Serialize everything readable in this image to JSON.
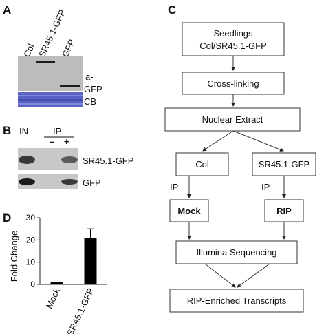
{
  "panels": {
    "A": {
      "letter": "A",
      "lane_labels": [
        "Col",
        "SR45.1-GFP",
        "GFP"
      ],
      "right_label_a": "a-",
      "right_label_b": "GFP",
      "cb_label": "CB"
    },
    "B": {
      "letter": "B",
      "in_label": "IN",
      "ip_label": "IP",
      "minus": "–",
      "plus": "+",
      "row1_label": "SR45.1-GFP",
      "row2_label": "GFP"
    },
    "C": {
      "letter": "C",
      "box_seedlings_1": "Seedlings",
      "box_seedlings_2": "Col/SR45.1-GFP",
      "box_crosslinking": "Cross-linking",
      "box_nuclear": "Nuclear Extract",
      "box_col": "Col",
      "box_sr": "SR45.1-GFP",
      "ip_left": "IP",
      "ip_right": "IP",
      "box_mock": "Mock",
      "box_rip": "RIP",
      "box_illumina": "Illumina Sequencing",
      "box_enriched": "RIP-Enriched Transcripts"
    },
    "D": {
      "letter": "D"
    }
  },
  "chart_data": {
    "type": "bar",
    "categories": [
      "Mock",
      "SR45.1-GFP"
    ],
    "values": [
      1,
      21
    ],
    "errors": [
      0,
      4
    ],
    "ylabel": "Fold Change",
    "xlabel": "",
    "ylim": [
      0,
      30
    ],
    "yticks": [
      0,
      10,
      20,
      30
    ],
    "bar_color": "#000000",
    "grid": false
  }
}
